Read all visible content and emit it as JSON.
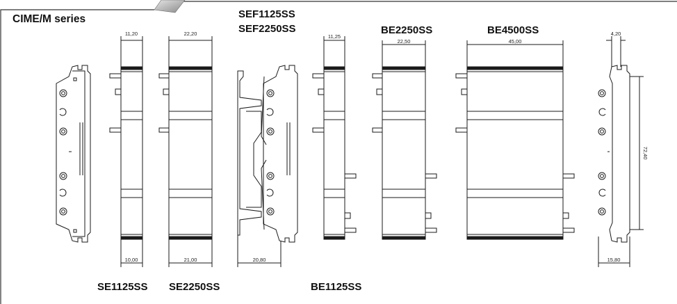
{
  "series_title": "CIME/M series",
  "products": {
    "se1125": "SE1125SS",
    "se2250": "SE2250SS",
    "sef1125": "SEF1125SS",
    "sef2250": "SEF2250SS",
    "be1125": "BE1125SS",
    "be2250": "BE2250SS",
    "be4500": "BE4500SS"
  },
  "dimensions": {
    "se1125_top": "11,20",
    "se1125_bottom": "10,00",
    "se2250_top": "22,20",
    "se2250_bottom": "21,00",
    "sef_bottom": "20,80",
    "be1125_top": "11,25",
    "be2250_top": "22,50",
    "be4500_top": "45,00",
    "profile_top": "4,20",
    "profile_height": "72,40",
    "profile_bottom": "15,80"
  },
  "colors": {
    "line": "#1a1a1a",
    "frame": "#333333"
  }
}
